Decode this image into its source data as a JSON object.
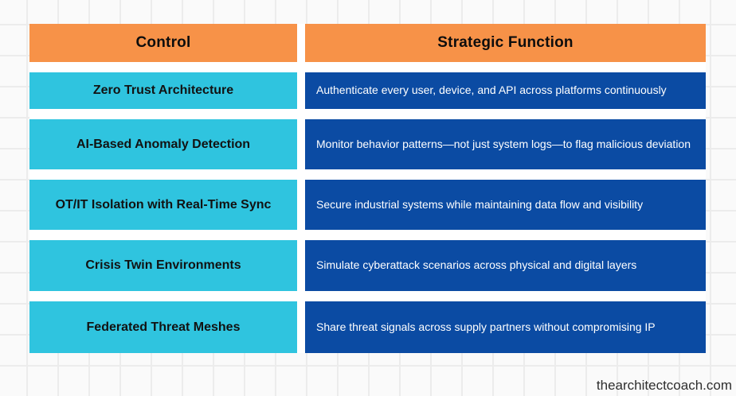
{
  "colors": {
    "page-bg": "#fafafa",
    "grid-line": "#ececec",
    "header-bg": "#f79248",
    "control-bg": "#2fc4df",
    "function-bg": "#0b4ba3"
  },
  "table": {
    "headers": [
      "Control",
      "Strategic Function"
    ],
    "rows": [
      {
        "control": "Zero Trust Architecture",
        "function": "Authenticate every user, device, and API across platforms continuously"
      },
      {
        "control": "AI-Based Anomaly Detection",
        "function": "Monitor behavior patterns—not just system logs—to flag malicious deviation"
      },
      {
        "control": "OT/IT Isolation with Real-Time Sync",
        "function": "Secure industrial systems while maintaining data flow and visibility"
      },
      {
        "control": "Crisis Twin Environments",
        "function": "Simulate cyberattack scenarios across physical and digital layers"
      },
      {
        "control": "Federated Threat Meshes",
        "function": "Share threat signals across supply partners without compromising IP"
      }
    ]
  },
  "footer": {
    "watermark": "thearchitectcoach.com"
  }
}
